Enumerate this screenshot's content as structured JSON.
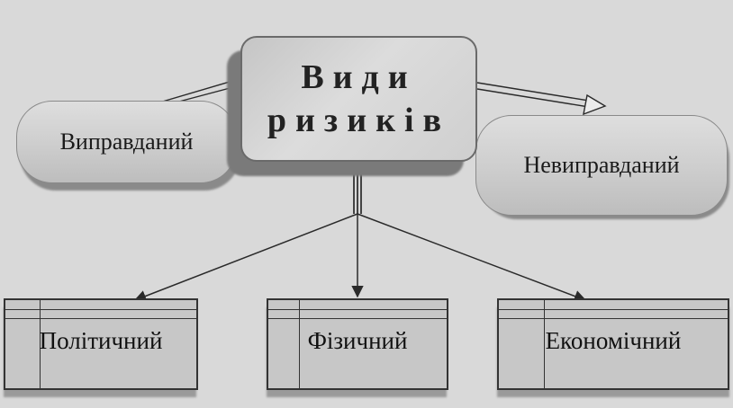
{
  "diagram": {
    "center": {
      "line1": "Види",
      "line2": "ризиків"
    },
    "left_oval": "Виправданий",
    "right_oval": "Невиправданий",
    "bottom_boxes": [
      {
        "label": "Політичний"
      },
      {
        "label": "Фізичний"
      },
      {
        "label": "Економічний"
      }
    ]
  }
}
